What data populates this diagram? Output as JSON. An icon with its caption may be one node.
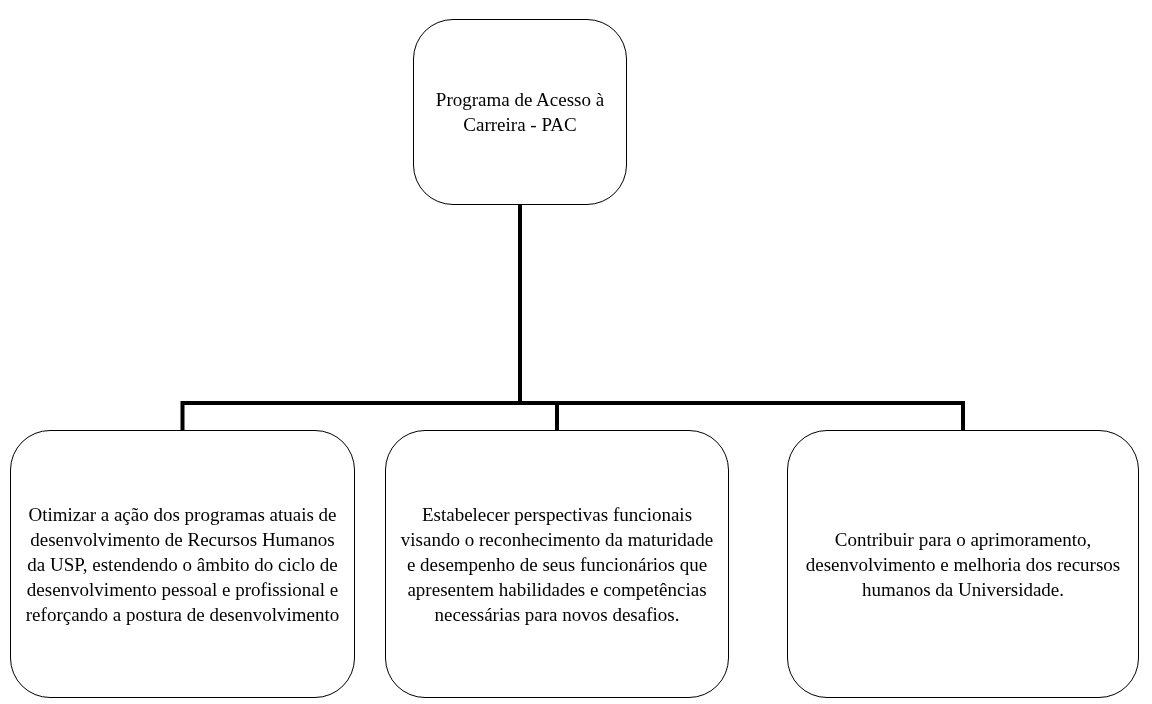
{
  "diagram": {
    "nodes": [
      {
        "text": [
          "Programa de Acesso à Carreira - PAC"
        ]
      },
      {
        "text": [
          "Otimizar a ação dos programas atuais de desenvolvimento de Recursos Humanos da USP, estendendo o âmbito do ciclo de desenvolvimento pessoal e profissional e reforçando a postura de desenvolvimento"
        ]
      },
      {
        "text": [
          "Estabelecer perspectivas funcionais visando o reconhecimento da maturidade e desempenho de seus funcionários que apresentem habilidades e competências necessárias para novos desafios."
        ]
      },
      {
        "text": [
          "Contribuir para o aprimoramento, desenvolvimento e melhoria dos recursos humanos da Universidade."
        ]
      }
    ],
    "edges": [
      {
        "from": 0,
        "to": 1,
        "arrow": "none"
      },
      {
        "from": 0,
        "to": 2,
        "arrow": "none"
      },
      {
        "from": 0,
        "to": 3,
        "arrow": "none"
      }
    ]
  }
}
